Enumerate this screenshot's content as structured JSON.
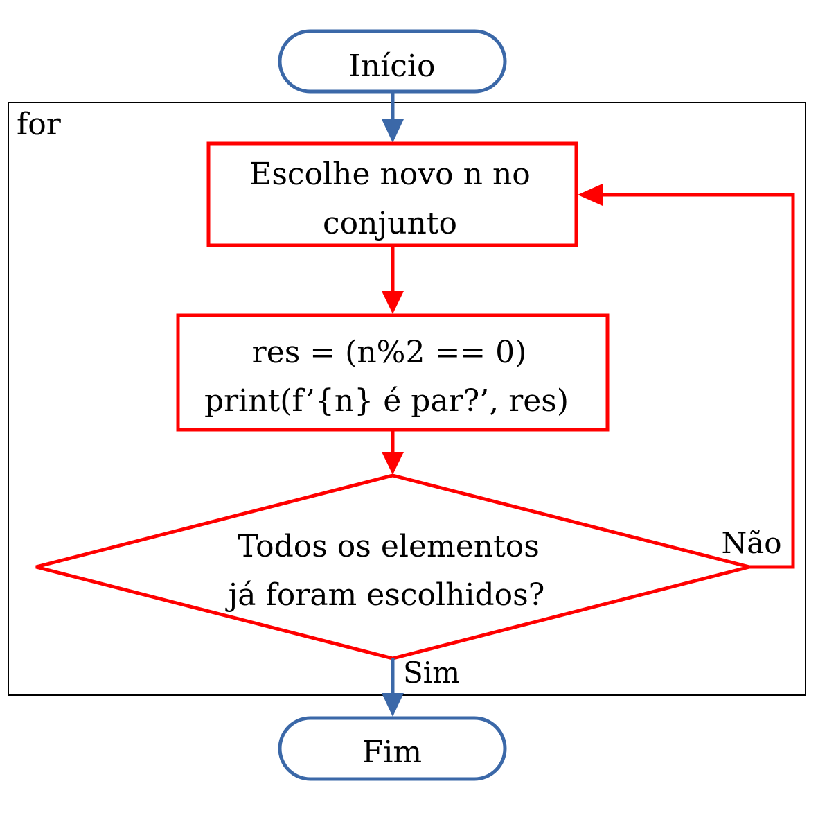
{
  "colors": {
    "terminal_stroke": "#3B68A8",
    "process_stroke": "#FF0000",
    "loop_frame_stroke": "#000000",
    "text": "#000000",
    "background": "#FFFFFF"
  },
  "flowchart": {
    "start": {
      "label": "Início"
    },
    "loop_frame": {
      "label": "for"
    },
    "step_choose": {
      "line1": "Escolhe novo n no",
      "line2": "conjunto"
    },
    "step_compute": {
      "line1": "res = (n%2 == 0)",
      "line2": "print(f’{n} é par?’, res)"
    },
    "decision": {
      "line1": "Todos os elementos",
      "line2": "já foram escolhidos?"
    },
    "edge_no": {
      "label": "Não"
    },
    "edge_yes": {
      "label": "Sim"
    },
    "end": {
      "label": "Fim"
    }
  }
}
